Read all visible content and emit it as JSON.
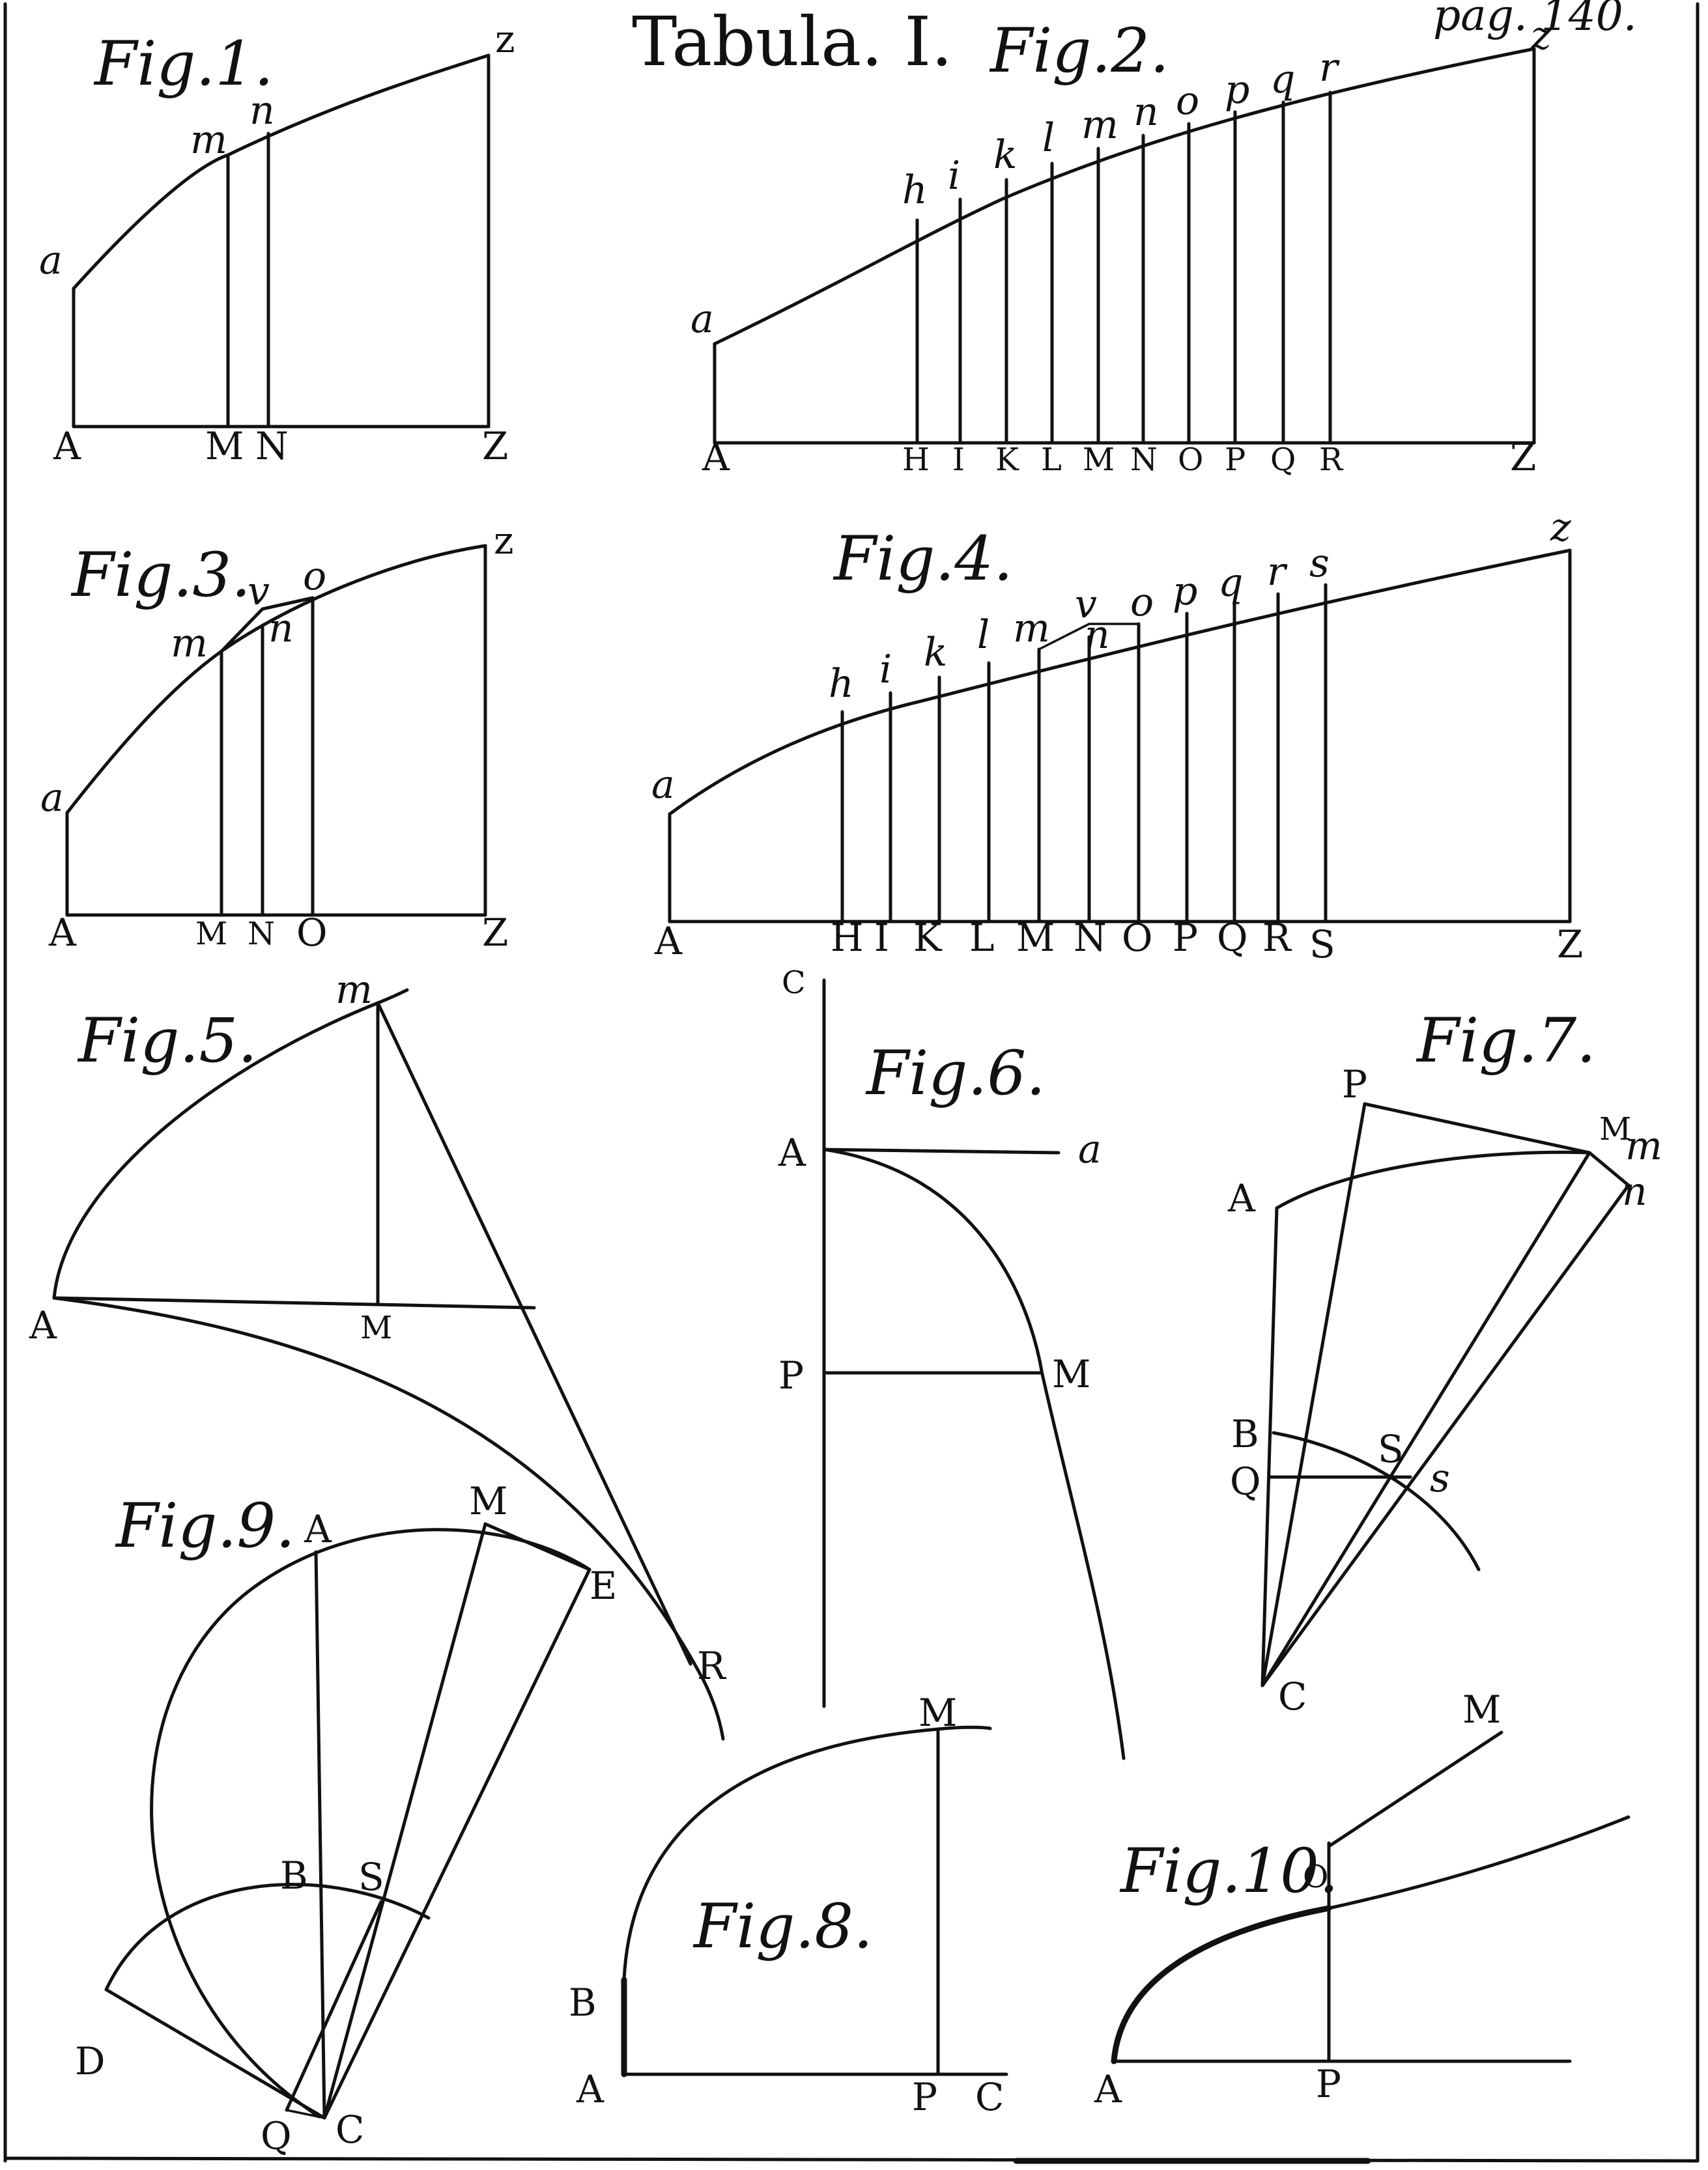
{
  "plate": {
    "title": "Tabula. I.",
    "page_ref": "pag. 140."
  },
  "fig1": {
    "title": "Fig.1.",
    "upper": [
      "a",
      "m",
      "n",
      "z"
    ],
    "base": [
      "A",
      "M",
      "N",
      "Z"
    ]
  },
  "fig2": {
    "title": "Fig.2.",
    "upper": [
      "a",
      "h",
      "i",
      "k",
      "l",
      "m",
      "n",
      "o",
      "p",
      "q",
      "r",
      "z"
    ],
    "base": [
      "A",
      "H",
      "I",
      "K",
      "L",
      "M",
      "N",
      "O",
      "P",
      "Q",
      "R",
      "Z"
    ]
  },
  "fig3": {
    "title": "Fig.3.",
    "upper": [
      "a",
      "m",
      "v",
      "n",
      "o",
      "z"
    ],
    "base": [
      "A",
      "M",
      "N",
      "O",
      "Z"
    ]
  },
  "fig4": {
    "title": "Fig.4.",
    "upper": [
      "a",
      "h",
      "i",
      "k",
      "l",
      "m",
      "v",
      "n",
      "o",
      "p",
      "q",
      "r",
      "s",
      "z"
    ],
    "base": [
      "A",
      "H",
      "I",
      "K",
      "L",
      "M",
      "N",
      "O",
      "P",
      "Q",
      "R",
      "S",
      "Z"
    ]
  },
  "fig5": {
    "title": "Fig.5.",
    "labels": [
      "m",
      "A",
      "M",
      "R"
    ]
  },
  "fig6": {
    "title": "Fig.6.",
    "labels": [
      "C",
      "A",
      "a",
      "P",
      "M"
    ]
  },
  "fig7": {
    "title": "Fig.7.",
    "labels": [
      "P",
      "M",
      "m",
      "n",
      "A",
      "B",
      "S",
      "Q",
      "s",
      "C"
    ]
  },
  "fig8": {
    "title": "Fig.8.",
    "labels": [
      "M",
      "B",
      "A",
      "P",
      "C"
    ]
  },
  "fig9": {
    "title": "Fig.9.",
    "labels": [
      "A",
      "M",
      "E",
      "B",
      "S",
      "D",
      "Q",
      "C"
    ]
  },
  "fig10": {
    "title": "Fig.10.",
    "labels": [
      "M",
      "O",
      "A",
      "P"
    ]
  }
}
